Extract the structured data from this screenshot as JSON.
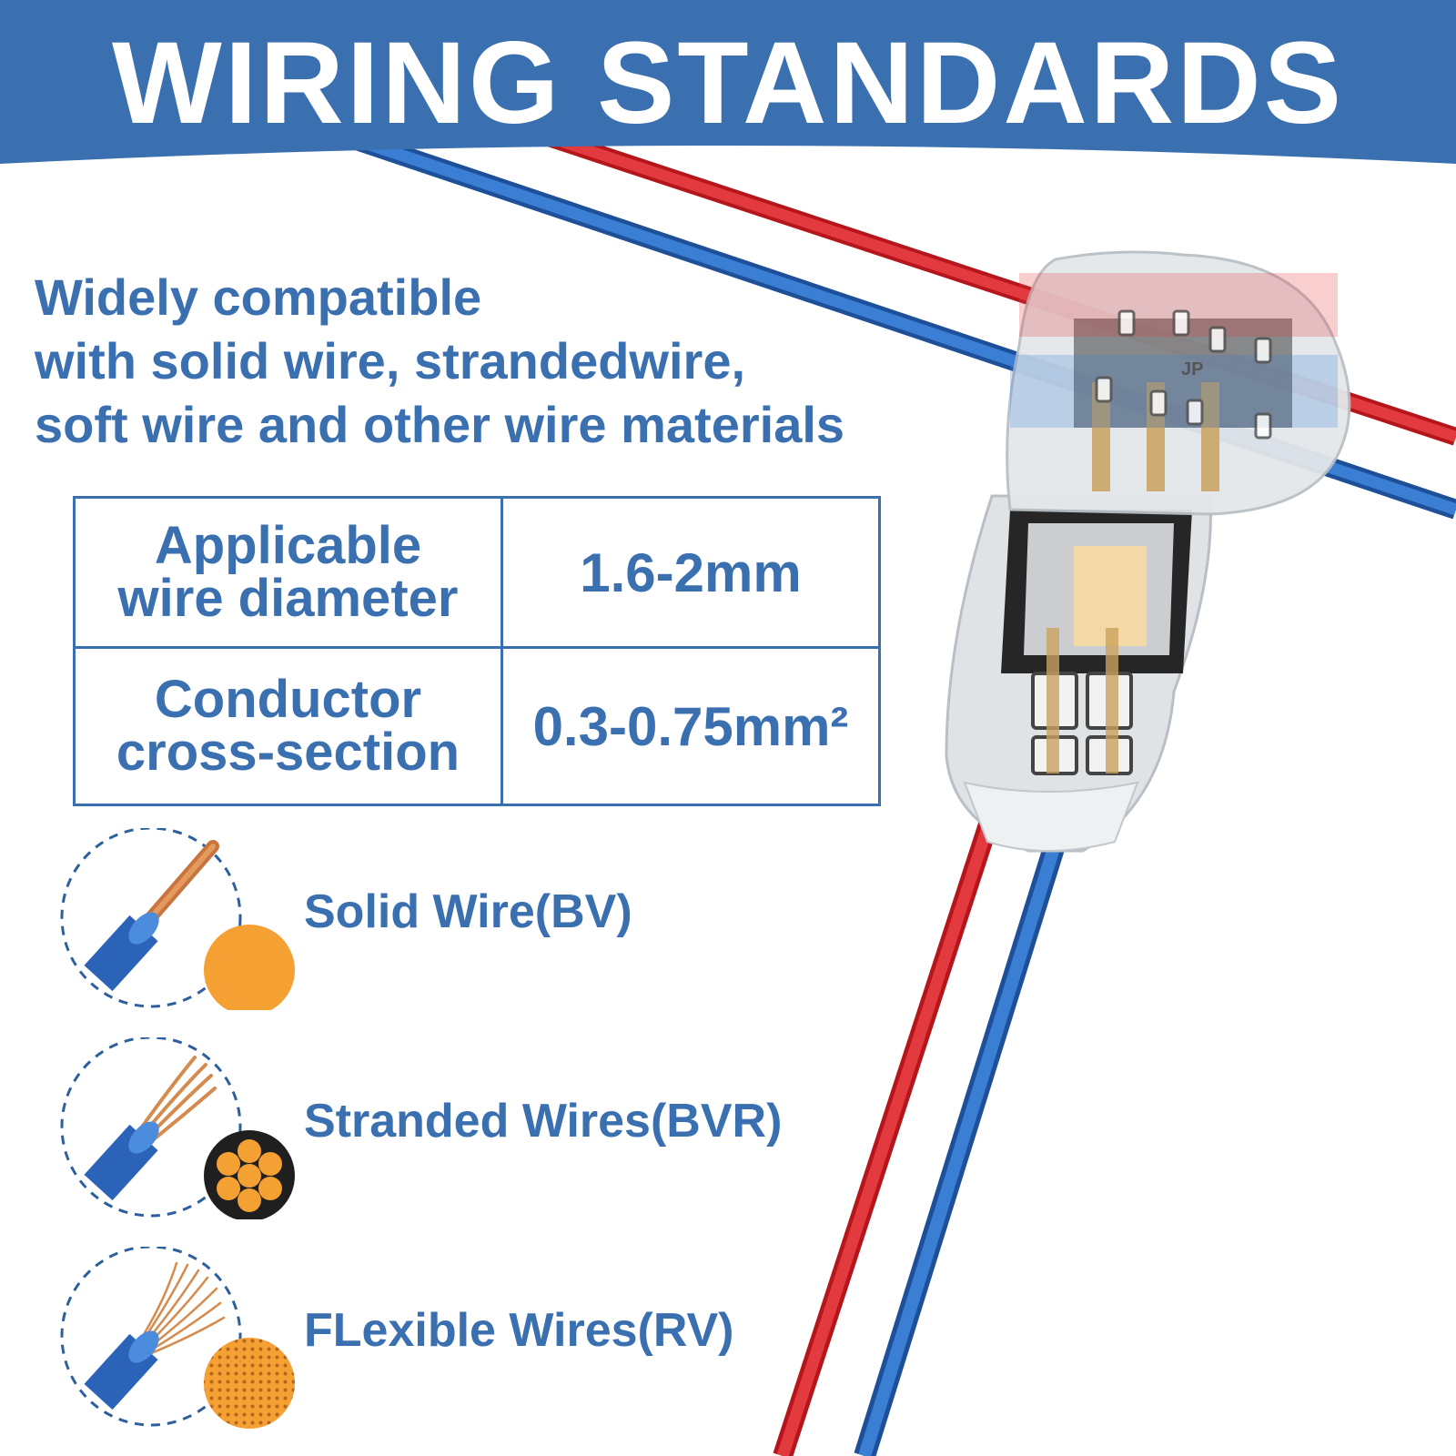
{
  "banner": {
    "title": "WIRING STANDARDS",
    "background_color": "#3a6fb0"
  },
  "intro": {
    "lines": [
      "Widely compatible",
      "with solid wire, strandedwire,",
      "soft wire and other wire materials"
    ]
  },
  "spec_table": {
    "rows": [
      {
        "label_lines": [
          "Applicable",
          "wire diameter"
        ],
        "value": "1.6-2mm"
      },
      {
        "label_lines": [
          "Conductor",
          "cross-section"
        ],
        "value": "0.3-0.75mm²"
      }
    ]
  },
  "wire_types": [
    {
      "label": "Solid Wire(BV)",
      "icon": "solid-wire-icon"
    },
    {
      "label": "Stranded Wires(BVR)",
      "icon": "stranded-wire-icon"
    },
    {
      "label": "FLexible Wires(RV)",
      "icon": "flexible-wire-icon"
    }
  ],
  "product": {
    "icon": "t-tap-wire-connector-icon",
    "mark": "JP"
  },
  "colors": {
    "text_blue": "#3a6fb0",
    "wire_red": "#d42a2e",
    "wire_blue": "#2f6fc4",
    "copper": "#f5a033"
  }
}
